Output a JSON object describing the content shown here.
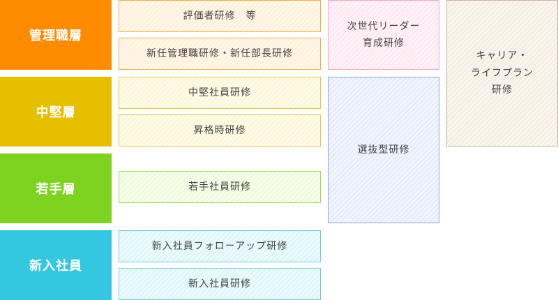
{
  "tiers": {
    "management": {
      "label": "管理職層",
      "color": "#ff8c00"
    },
    "middle": {
      "label": "中堅層",
      "color": "#e6c000"
    },
    "young": {
      "label": "若手層",
      "color": "#7ed321"
    },
    "new_hire": {
      "label": "新入社員",
      "color": "#33c8e0"
    }
  },
  "programs": {
    "evaluator": "評価者研修　等",
    "new_manager": "新任管理職研修・新任部長研修",
    "mid_career": "中堅社員研修",
    "promotion": "昇格時研修",
    "young_staff": "若手社員研修",
    "new_followup": "新入社員フォローアップ研修",
    "new_hire": "新入社員研修",
    "next_leader_line1": "次世代リーダー",
    "next_leader_line2": "育成研修",
    "selective": "選抜型研修",
    "career_line1": "キャリア・",
    "career_line2": "ライフプラン",
    "career_line3": "研修"
  }
}
